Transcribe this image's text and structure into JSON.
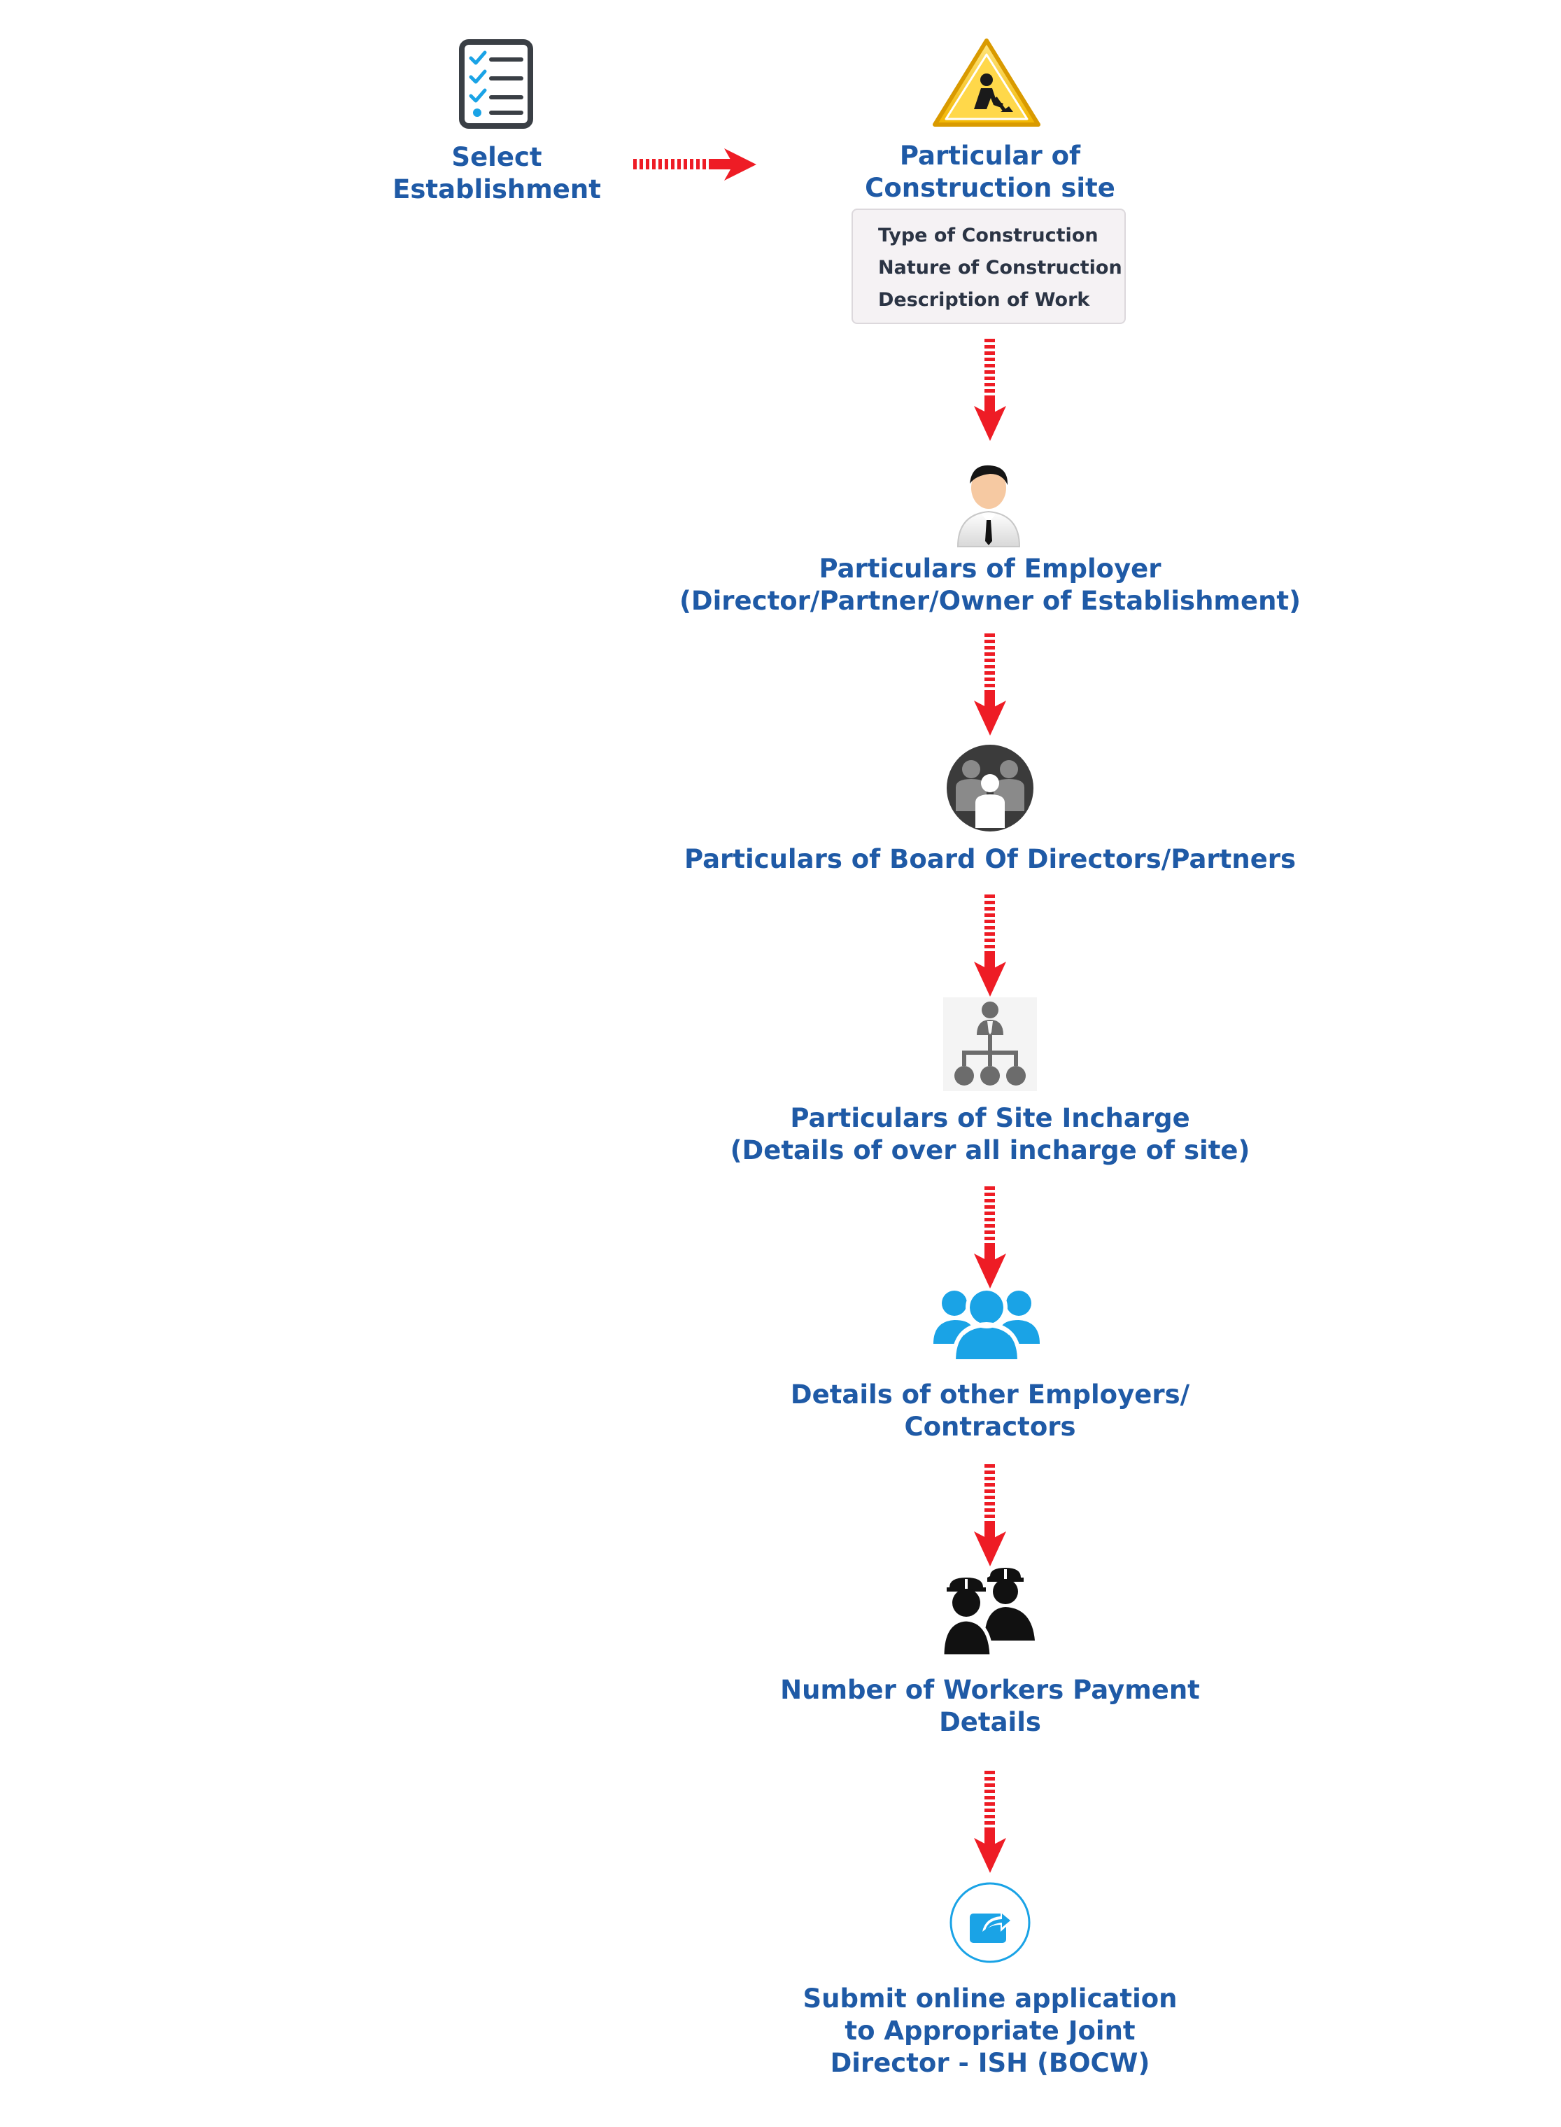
{
  "colors": {
    "label": "#1f5aa6",
    "arrow": "#ee1c25",
    "subbox_bg": "#f5f2f4",
    "subbox_text": "#2b3444",
    "icon_blue": "#1aa3e6"
  },
  "steps": [
    {
      "icon": "checklist-icon",
      "lines": [
        "Select",
        "Establishment"
      ]
    },
    {
      "icon": "construction-warning-icon",
      "lines": [
        "Particular of",
        "Construction site"
      ],
      "sub_items": [
        "Type of Construction",
        "Nature of Construction",
        "Description of Work"
      ]
    },
    {
      "icon": "employer-person-icon",
      "lines": [
        "Particulars of Employer",
        "(Director/Partner/Owner of Establishment)"
      ]
    },
    {
      "icon": "group-people-icon",
      "lines": [
        "Particulars of Board Of Directors/Partners"
      ]
    },
    {
      "icon": "hierarchy-icon",
      "lines": [
        "Particulars of Site Incharge",
        "(Details of over all incharge of site)"
      ]
    },
    {
      "icon": "users-icon",
      "lines": [
        "Details of other Employers/",
        "Contractors"
      ]
    },
    {
      "icon": "workers-helmet-icon",
      "lines": [
        "Number of Workers Payment",
        "Details"
      ]
    },
    {
      "icon": "share-submit-icon",
      "lines": [
        "Submit online application",
        "to Appropriate Joint",
        "Director - ISH (BOCW)"
      ]
    }
  ]
}
